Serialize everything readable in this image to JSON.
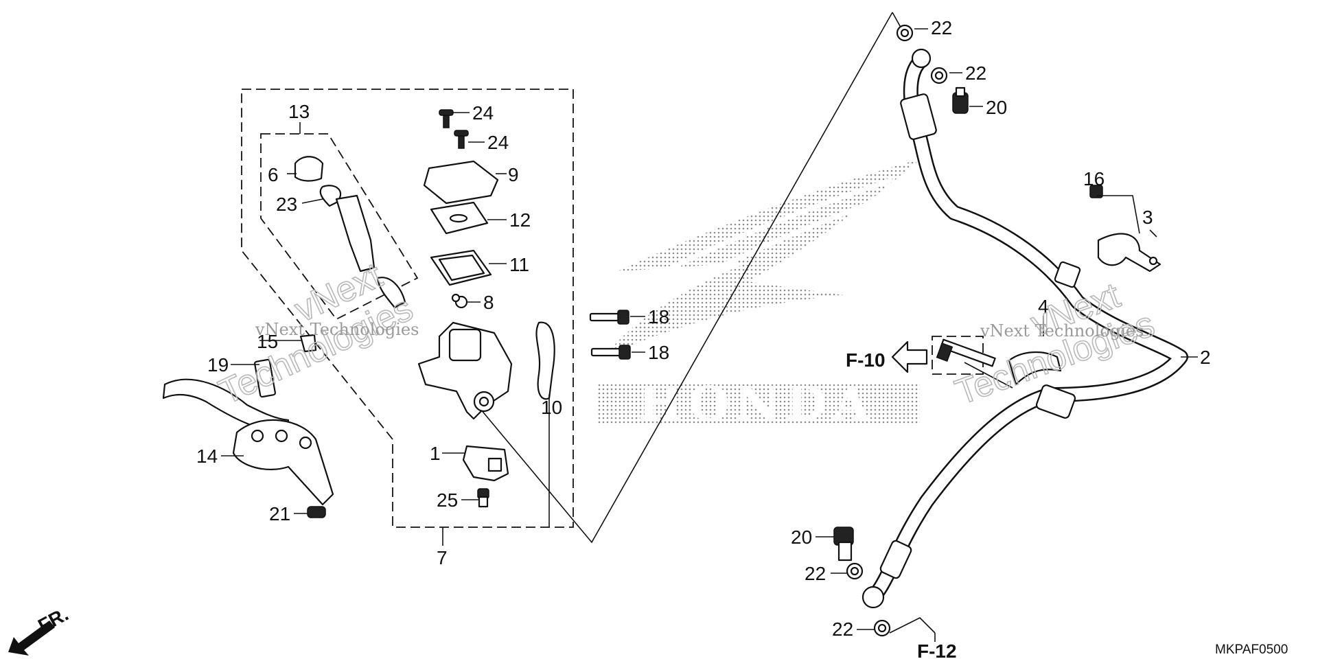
{
  "callouts": [
    {
      "id": "c22a",
      "text": "22"
    },
    {
      "id": "c22b",
      "text": "22"
    },
    {
      "id": "c20a",
      "text": "20"
    },
    {
      "id": "c13",
      "text": "13"
    },
    {
      "id": "c24a",
      "text": "24"
    },
    {
      "id": "c24b",
      "text": "24"
    },
    {
      "id": "c6",
      "text": "6"
    },
    {
      "id": "c9",
      "text": "9"
    },
    {
      "id": "c23",
      "text": "23"
    },
    {
      "id": "c12",
      "text": "12"
    },
    {
      "id": "c11",
      "text": "11"
    },
    {
      "id": "c8",
      "text": "8"
    },
    {
      "id": "c16",
      "text": "16"
    },
    {
      "id": "c3",
      "text": "3"
    },
    {
      "id": "c18a",
      "text": "18"
    },
    {
      "id": "c18b",
      "text": "18"
    },
    {
      "id": "c15",
      "text": "15"
    },
    {
      "id": "c19",
      "text": "19"
    },
    {
      "id": "c10",
      "text": "10"
    },
    {
      "id": "c4",
      "text": "4"
    },
    {
      "id": "c2",
      "text": "2"
    },
    {
      "id": "c14",
      "text": "14"
    },
    {
      "id": "c1",
      "text": "1"
    },
    {
      "id": "c25",
      "text": "25"
    },
    {
      "id": "c21",
      "text": "21"
    },
    {
      "id": "c7",
      "text": "7"
    },
    {
      "id": "c20b",
      "text": "20"
    },
    {
      "id": "c22c",
      "text": "22"
    },
    {
      "id": "c22d",
      "text": "22"
    }
  ],
  "references": {
    "f10": "F-10",
    "f12": "F-12",
    "front": "FR."
  },
  "diagram_code": "MKPAF0500",
  "watermarks": {
    "text_a": "vNext Technologies",
    "text_b": "vNext",
    "text_c": "Technologies",
    "brand": "HONDA"
  }
}
